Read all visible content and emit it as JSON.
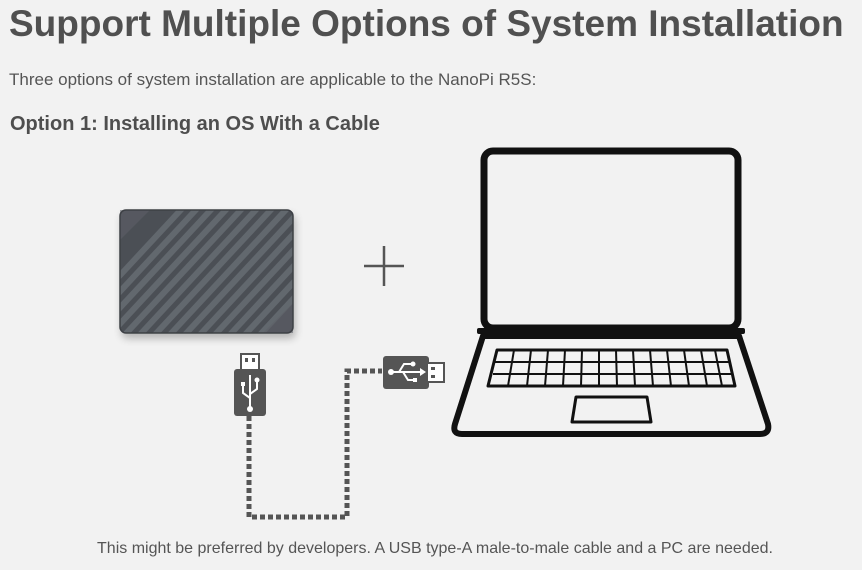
{
  "page": {
    "title": "Support Multiple Options of System Installation",
    "intro": "Three options of system installation are applicable to the NanoPi R5S:",
    "option_title": "Option 1: Installing an OS With a Cable",
    "caption": "This might be preferred by developers. A USB type-A male-to-male cable and a PC are needed."
  },
  "illustration": {
    "device": "nanopi-r5s-device",
    "plus": "plus-sign",
    "laptop": "laptop",
    "cable_icons": [
      "usb-connector-icon",
      "usb-connector-icon"
    ],
    "cable_style": "dotted"
  },
  "colors": {
    "background": "#f2f2f2",
    "text": "#4a4a4a",
    "device_body": "#4a4e54",
    "laptop_outline": "#111111",
    "cable": "#555555"
  }
}
